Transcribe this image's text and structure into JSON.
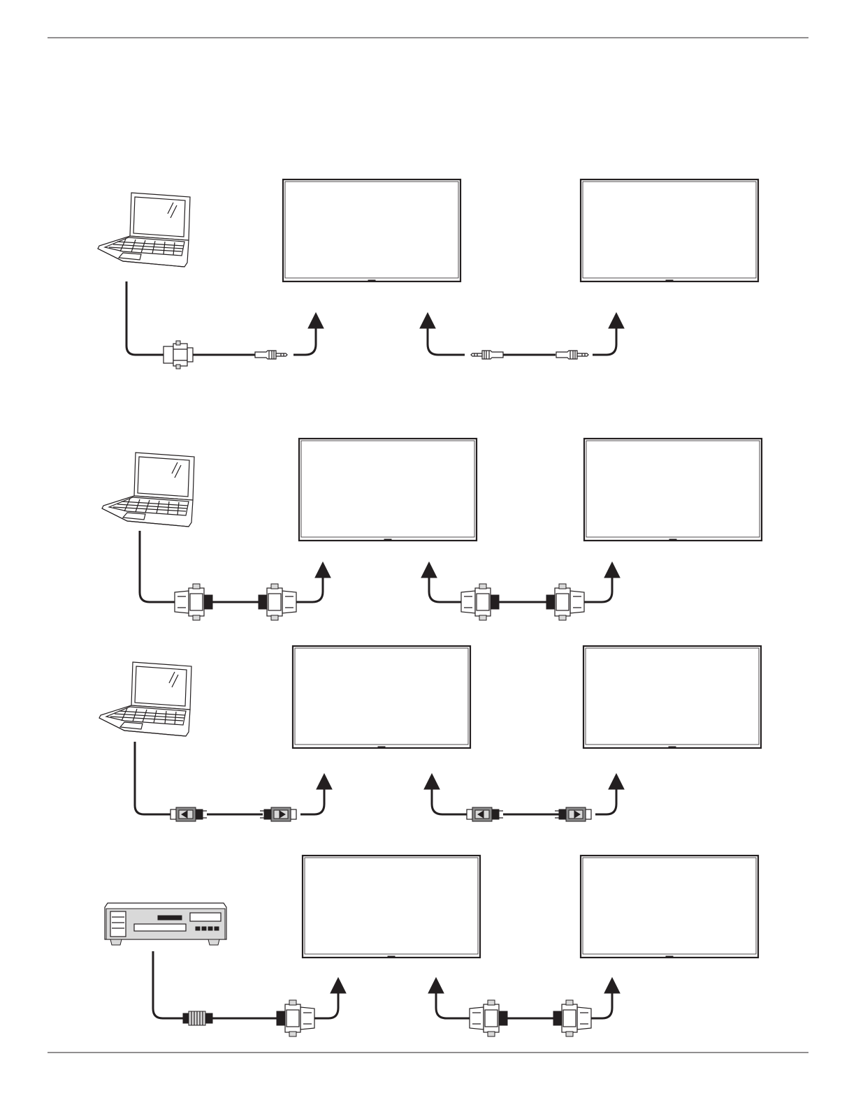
{
  "diagram": {
    "setups": [
      {
        "source": "laptop",
        "source_connector": "vga-connector",
        "input_connector": "audio-jack",
        "loop_out_connector": "audio-jack",
        "loop_in_connector": "audio-jack"
      },
      {
        "source": "laptop",
        "source_connector": "dvi-connector",
        "input_connector": "dvi-connector",
        "loop_out_connector": "dvi-connector",
        "loop_in_connector": "dvi-connector"
      },
      {
        "source": "laptop",
        "source_connector": "displayport-connector",
        "input_connector": "displayport-connector",
        "loop_out_connector": "displayport-connector",
        "loop_in_connector": "displayport-connector"
      },
      {
        "source": "media-player",
        "source_connector": "hdmi-connector",
        "input_connector": "dvi-connector",
        "loop_out_connector": "dvi-connector",
        "loop_in_connector": "dvi-connector"
      }
    ],
    "displays_per_setup": 2,
    "colors": {
      "line": "#231f20",
      "background": "#ffffff",
      "connector_grey": "#d9d9d9"
    }
  }
}
